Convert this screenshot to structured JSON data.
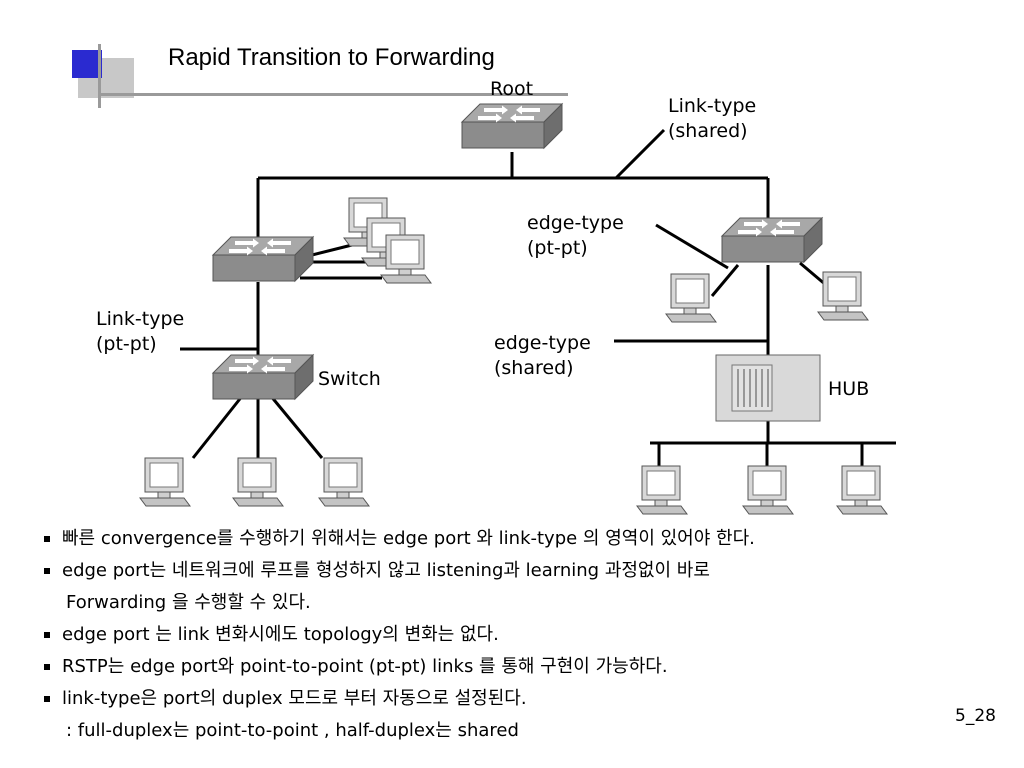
{
  "title": "Rapid Transition to Forwarding",
  "labels": {
    "root": "Root",
    "link_type_shared_1": "Link-type",
    "link_type_shared_2": "(shared)",
    "edge_type_ptpt_1": "edge-type",
    "edge_type_ptpt_2": "(pt-pt)",
    "link_type_ptpt_1": "Link-type",
    "link_type_ptpt_2": "(pt-pt)",
    "edge_type_shared_1": "edge-type",
    "edge_type_shared_2": "(shared)",
    "switch": "Switch",
    "hub": "HUB"
  },
  "bullets": [
    "빠른 convergence를 수행하기 위해서는 edge port 와 link-type 의 영역이 있어야 한다.",
    "edge port는 네트워크에 루프를 형성하지 않고 listening과 learning 과정없이 바로",
    "Forwarding 을 수행할 수 있다.",
    "edge port 는 link 변화시에도 topology의 변화는 없다.",
    "RSTP는 edge port와 point-to-point (pt-pt) links 를 통해 구현이 가능하다.",
    "link-type은 port의 duplex 모드로 부터 자동으로 설정된다.",
    ": full-duplex는 point-to-point , half-duplex는 shared"
  ],
  "page_number": "5_28",
  "icons": {
    "switch": "network-switch-icon",
    "pc": "computer-icon",
    "hub": "hub-icon"
  },
  "colors": {
    "accent_blue": "#2a2ad0",
    "switch_gray": "#8c8c8c",
    "pc_gray": "#d0d0d0"
  }
}
